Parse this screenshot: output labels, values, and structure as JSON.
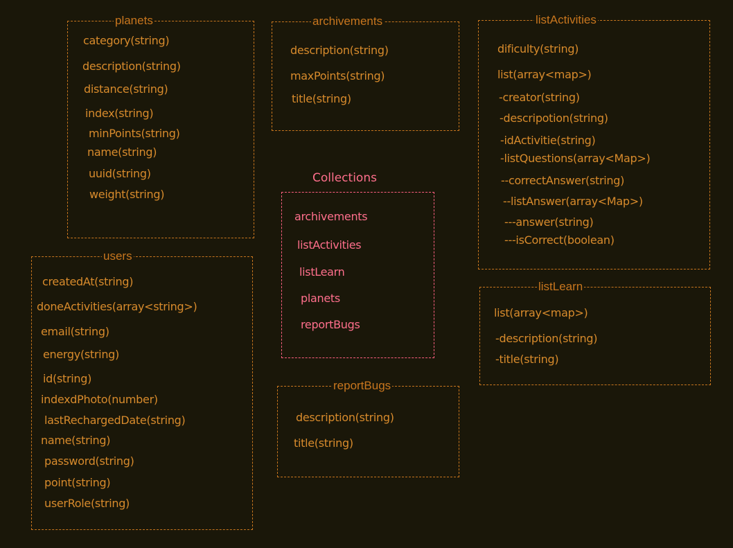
{
  "planets": {
    "title": "planets",
    "fields": [
      "category(string)",
      "description(string)",
      "distance(string)",
      "index(string)",
      "minPoints(string)",
      "name(string)",
      "uuid(string)",
      "weight(string)"
    ]
  },
  "archivements": {
    "title": "archivements",
    "fields": [
      "description(string)",
      "maxPoints(string)",
      "title(string)"
    ]
  },
  "listActivities": {
    "title": "listActivities",
    "fields": [
      "dificulty(string)",
      "list(array<map>)",
      "-creator(string)",
      "-descripotion(string)",
      "-idActivitie(string)",
      "-listQuestions(array<Map>)",
      "--correctAnswer(string)",
      "--listAnswer(array<Map>)",
      "---answer(string)",
      "---isCorrect(boolean)"
    ]
  },
  "collections": {
    "title": "Collections",
    "items": [
      "archivements",
      "listActivities",
      "listLearn",
      "planets",
      "reportBugs"
    ]
  },
  "users": {
    "title": "users",
    "fields": [
      "createdAt(string)",
      "doneActivities(array<string>)",
      "email(string)",
      "energy(string)",
      "id(string)",
      "indexdPhoto(number)",
      "lastRechargedDate(string)",
      "name(string)",
      "password(string)",
      "point(string)",
      "userRole(string)"
    ]
  },
  "listLearn": {
    "title": "listLearn",
    "fields": [
      "list(array<map>)",
      "-description(string)",
      "-title(string)"
    ]
  },
  "reportBugs": {
    "title": "reportBugs",
    "fields": [
      "description(string)",
      "title(string)"
    ]
  },
  "colors": {
    "background": "#1a1709",
    "border": "#c8761e",
    "text": "#d88b2c",
    "accent": "#ff6f8c"
  }
}
